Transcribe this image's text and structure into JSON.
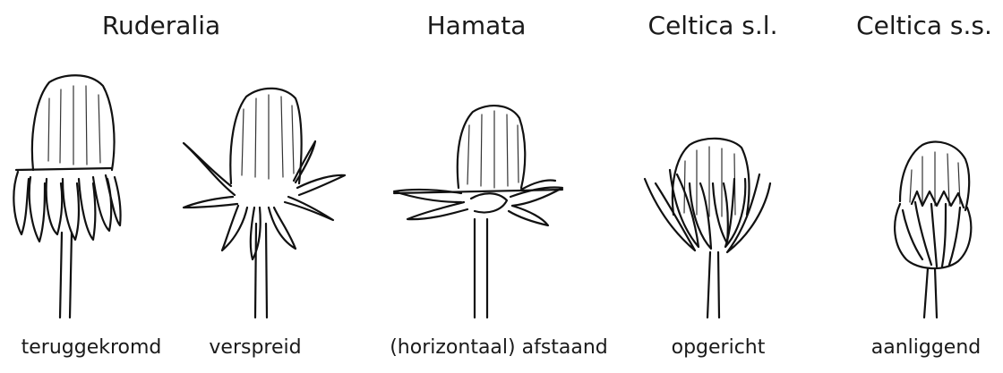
{
  "groups": [
    {
      "title": "Ruderalia"
    },
    {
      "title": "Hamata"
    },
    {
      "title": "Celtica s.l."
    },
    {
      "title": "Celtica s.s."
    }
  ],
  "buds": [
    {
      "caption": "teruggekromd"
    },
    {
      "caption": "verspreid"
    },
    {
      "caption": "(horizontaal) afstaand"
    },
    {
      "caption": "opgericht"
    },
    {
      "caption": "aanliggend"
    }
  ]
}
